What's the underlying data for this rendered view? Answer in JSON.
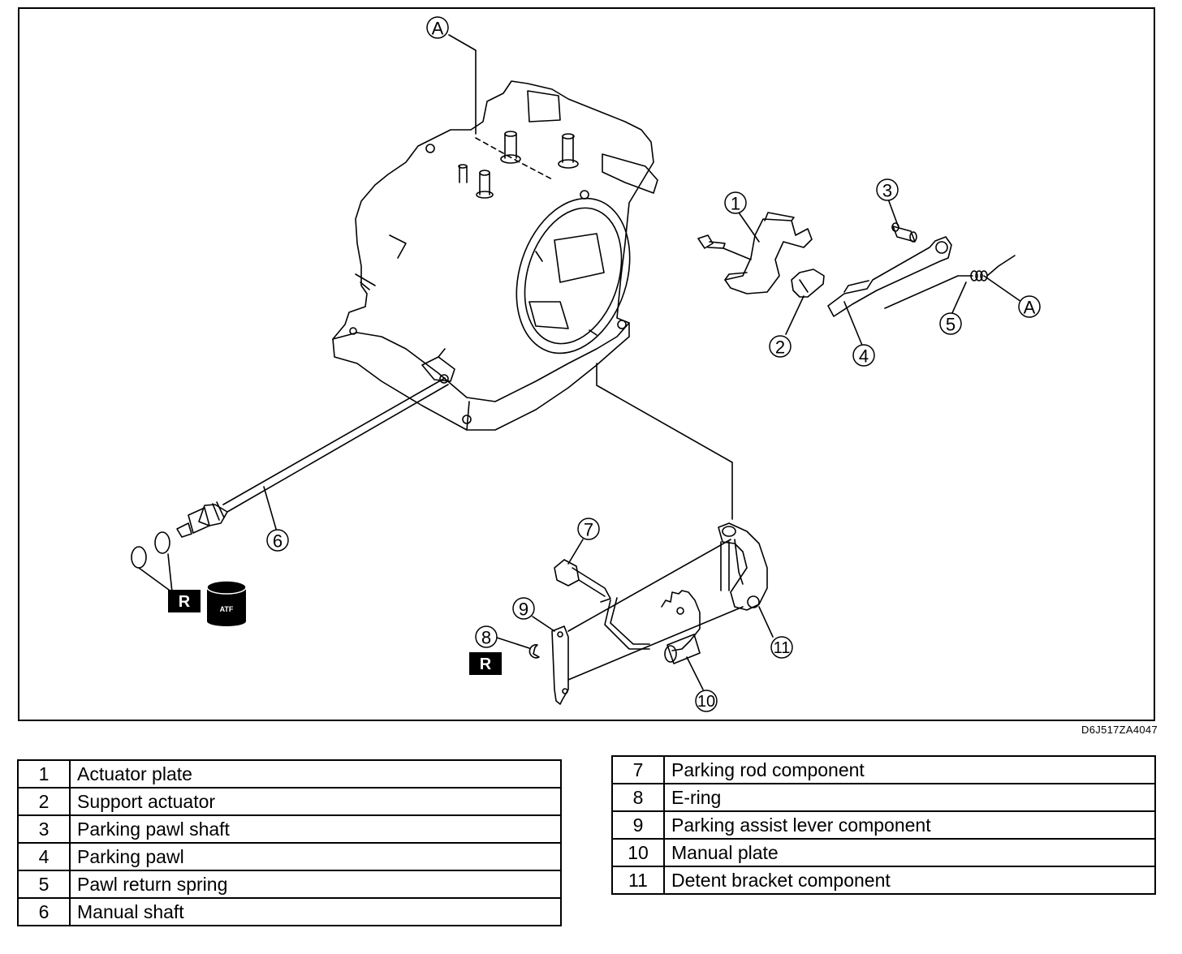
{
  "figure": {
    "figure_code": "D6J517ZA4047",
    "callouts": [
      "1",
      "2",
      "3",
      "4",
      "5",
      "6",
      "7",
      "8",
      "9",
      "10",
      "11"
    ],
    "reference_marker": "A",
    "badges": {
      "replace": "R",
      "fluid": "ATF"
    }
  },
  "legend_left": [
    {
      "num": "1",
      "label": "Actuator plate"
    },
    {
      "num": "2",
      "label": "Support actuator"
    },
    {
      "num": "3",
      "label": "Parking pawl shaft"
    },
    {
      "num": "4",
      "label": "Parking pawl"
    },
    {
      "num": "5",
      "label": "Pawl return spring"
    },
    {
      "num": "6",
      "label": "Manual shaft"
    }
  ],
  "legend_right": [
    {
      "num": "7",
      "label": "Parking rod component"
    },
    {
      "num": "8",
      "label": "E-ring"
    },
    {
      "num": "9",
      "label": "Parking assist lever component"
    },
    {
      "num": "10",
      "label": "Manual plate"
    },
    {
      "num": "11",
      "label": "Detent bracket component"
    }
  ]
}
